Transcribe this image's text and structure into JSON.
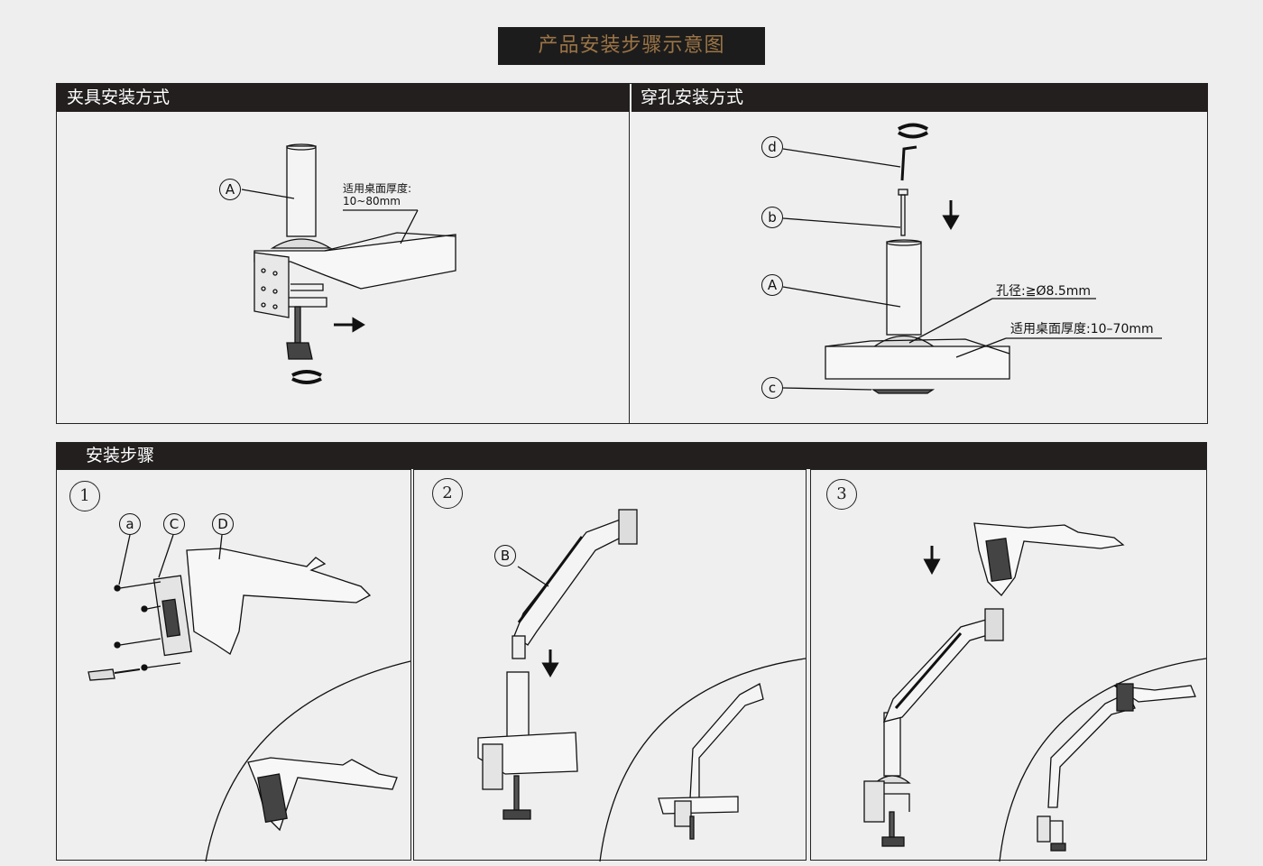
{
  "title": "产品安装步骤示意图",
  "clamp_section": {
    "header": "夹具安装方式",
    "label_a": "A",
    "desk_thickness_label": "适用桌面厚度:",
    "desk_thickness_value": "10~80mm"
  },
  "grommet_section": {
    "header": "穿孔安装方式",
    "label_d": "d",
    "label_b": "b",
    "label_a": "A",
    "label_c": "c",
    "hole_diameter": "孔径:≧Ø8.5mm",
    "desk_thickness": "适用桌面厚度:10–70mm"
  },
  "steps_section": {
    "header": "安装步骤",
    "steps": [
      {
        "number": "1",
        "labels": [
          "a",
          "C",
          "D"
        ]
      },
      {
        "number": "2",
        "labels": [
          "B"
        ]
      },
      {
        "number": "3",
        "labels": []
      }
    ]
  }
}
